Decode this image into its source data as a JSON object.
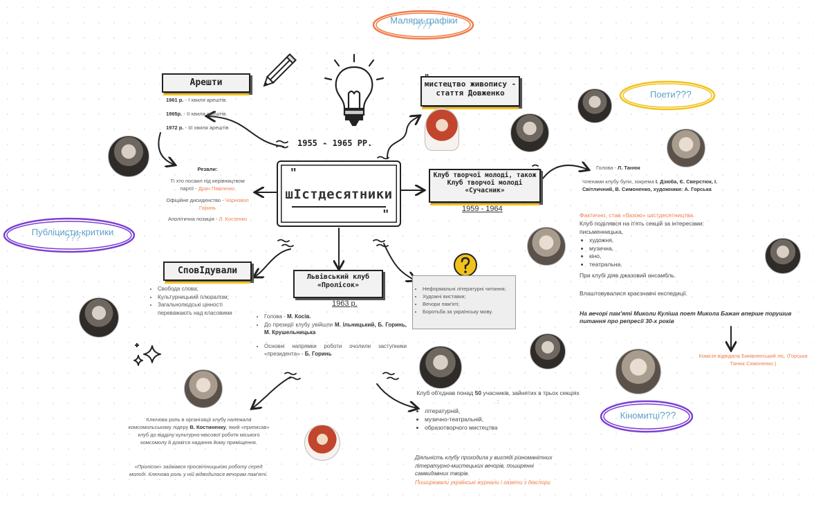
{
  "bubbles": {
    "painters": {
      "label": "Маляри-графіки",
      "q": "???",
      "color": "#5aa0c8",
      "ring": "#f07c4a"
    },
    "poets": {
      "label": "Поети",
      "q": "???",
      "color": "#5aa0c8",
      "ring": "#f2c21b"
    },
    "publicists": {
      "label": "Публіцисти-критики",
      "q": "???",
      "color": "#5aa0c8",
      "ring": "#7b3fd1"
    },
    "film": {
      "label": "Кіномитці",
      "q": "???",
      "color": "#5aa0c8",
      "ring": "#7b3fd1"
    }
  },
  "center": {
    "title": "шIстдесятники",
    "period": "1955 - 1965 РР.",
    "quote_open": "\"",
    "quote_close": "\""
  },
  "arrests": {
    "title": "Арешти",
    "rows": [
      {
        "year": "1961 р.",
        "text": " - I хвиля арештів."
      },
      {
        "year": "1965р.",
        "text": " - II хвиля арештів."
      },
      {
        "year": "1972 р.",
        "text": " - III хвиля арештів"
      }
    ],
    "res_title": "Резвли:",
    "res1_text": "Ті хто посаил під керівництвом партії - ",
    "res1_name": "Драч Павличко",
    "res2_text": "Офіційне дисиденство - ",
    "res2_name": "Чорновол Горинь",
    "res3_text": "Аполітична позиція - ",
    "res3_name": "Л. Костенко"
  },
  "values": {
    "title": "СповІдували",
    "items": [
      "Свобода слова;",
      "Культурницький плюралізм;",
      "Загальнолюдські цінності переважають над класовими"
    ]
  },
  "lviv": {
    "title": "Львівський клуб «Пролісок»",
    "year": "1963 р.",
    "b1_text": "Голова - ",
    "b1_name": "М. Косів.",
    "b2_text": "До президії клубу увійшли ",
    "b2_names": "М. Ільницький, Б. Горинь, М. Крушельницька",
    "b3_text": "Основні напрямки роботи очолили заступники «президента» - ",
    "b3_name": "Б. Горинь",
    "key_text1": "Ключова роль в організації клубу належала комсомольському лідеру ",
    "key_name": "В. Костиненку",
    "key_text2": ", який «приписав» клуб до відділу культурно-масової роботи міського комсомолу й домігся надання йому приміщення.",
    "closed": "«Пролісок» займався просвітницькою роботу серед молоді. Ключова роль у ній відводилася вечорам пам'яті."
  },
  "forms": {
    "items": [
      "Неформальні літературні читання;",
      "Художні виставки;",
      "Вечори пам'яті;",
      "Боротьба за українську мову."
    ]
  },
  "lviv_members": {
    "text1": "Клуб об'єднав понад ",
    "count": "50",
    "text2": " учасників, зайнятих в трьох секціях :",
    "sections": [
      "літературній,",
      "музично-театральній,",
      "образотворчого мистецтва"
    ],
    "activity": "Діяльність клубу проходила у вигляді різноманітних літературно-мистецьких вечорів, поширенні самвидавних творів.",
    "journals": "Поширювали українські журнали і газети з діаспори"
  },
  "art": {
    "title": "мистецтво живопису - стаття Довженко",
    "quote": "\""
  },
  "kyiv": {
    "title": "Клуб творчої молоді, також Клуб творчої молоді «Сучасник»",
    "years": "1959 - 1964",
    "head_text": "Голова - ",
    "head_name": "Л. Танюк",
    "members_text": "Членами клубу були, зокрема ",
    "members_names": "І. Дзюба, Є. Сверстюк, І. Світличний, В. Симоненко, художники: А. Горська",
    "base": "Фактично, став «базою» шістдесятництва.",
    "sections_intro": "Клуб поділявся на п'ять секцій за інтересами: письменницька,",
    "sections": [
      "художня,",
      "музична,",
      "кіно,",
      "театральна."
    ],
    "ensemble": "При клубі діяв джазовий ансамбль.",
    "expeditions": "Влаштовувалися краєзнавчі експедиції.",
    "evening": "На вечорі пам'яті Миколи Куліша поет Микола Бажан вперше порушив питання про репресії 30-х років",
    "commission": "Комісія відвідала Биківнянський ліс. (Горська Танюк Симоненко.)"
  },
  "icons": {
    "pencil": "pencil-icon",
    "bulb": "lightbulb-icon",
    "question": "question-icon",
    "sparkles": "sparkle-icon"
  },
  "colors": {
    "accent_orange": "#f07c4a",
    "highlight_yellow": "#f2c21b",
    "ring_purple": "#7b3fd1",
    "bubble_blue": "#5aa0c8"
  }
}
